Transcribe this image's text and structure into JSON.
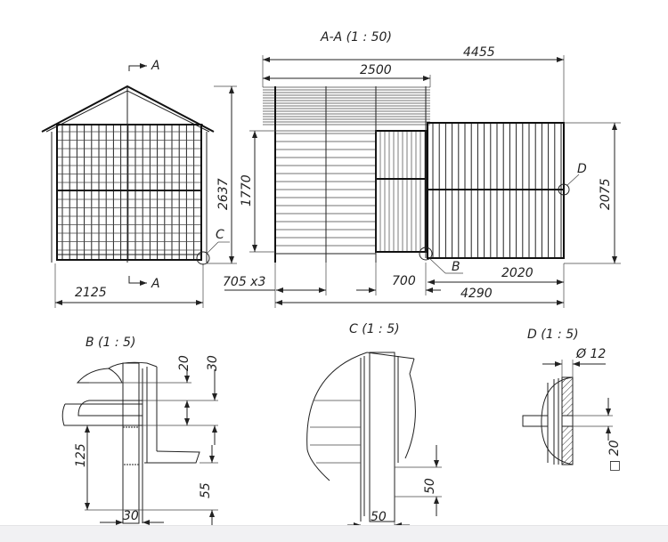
{
  "section_title": "A-A (1 : 50)",
  "section_marks": {
    "top": "A",
    "bottom": "A"
  },
  "front_view": {
    "height": "2637",
    "width": "2125",
    "callout_c": "C"
  },
  "section_view": {
    "overall_length": "4455",
    "roof_length": "2500",
    "wall_height": "1770",
    "fence_height": "2075",
    "callout_d": "D",
    "callout_b": "B",
    "panel_spacing": "705 x3",
    "door_width": "700",
    "fence_length": "2020",
    "base_length": "4290"
  },
  "detail_b": {
    "title": "B (1 : 5)",
    "dims": [
      "20",
      "30",
      "125",
      "55",
      "30"
    ]
  },
  "detail_c": {
    "title": "C (1 : 5)",
    "dims": [
      "50",
      "50"
    ]
  },
  "detail_d": {
    "title": "D (1 : 5)",
    "diameter": "Ø 12",
    "square": "□ 20"
  }
}
